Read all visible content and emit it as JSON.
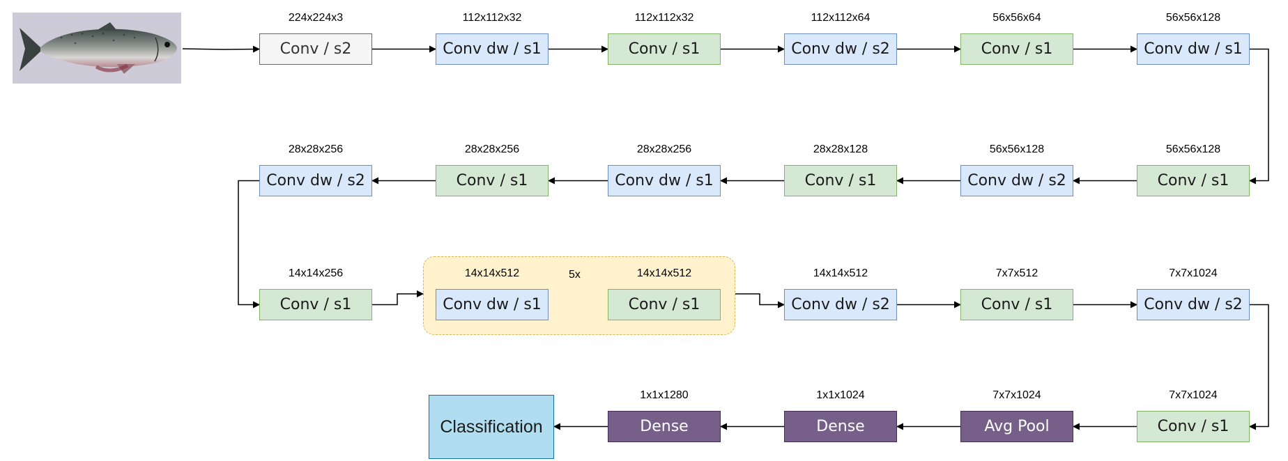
{
  "input": {
    "label": "input-image"
  },
  "group": {
    "repeat_label": "5x"
  },
  "nodes": [
    {
      "label": "Conv / s2",
      "dim": "224x224x3",
      "kind": "first"
    },
    {
      "label": "Conv dw / s1",
      "dim": "112x112x32",
      "kind": "convdw"
    },
    {
      "label": "Conv / s1",
      "dim": "112x112x32",
      "kind": "conv"
    },
    {
      "label": "Conv dw / s2",
      "dim": "112x112x64",
      "kind": "convdw"
    },
    {
      "label": "Conv / s1",
      "dim": "56x56x64",
      "kind": "conv"
    },
    {
      "label": "Conv dw / s1",
      "dim": "56x56x128",
      "kind": "convdw"
    },
    {
      "label": "Conv / s1",
      "dim": "56x56x128",
      "kind": "conv"
    },
    {
      "label": "Conv dw / s2",
      "dim": "56x56x128",
      "kind": "convdw"
    },
    {
      "label": "Conv / s1",
      "dim": "28x28x128",
      "kind": "conv"
    },
    {
      "label": "Conv dw / s1",
      "dim": "28x28x256",
      "kind": "convdw"
    },
    {
      "label": "Conv / s1",
      "dim": "28x28x256",
      "kind": "conv"
    },
    {
      "label": "Conv dw / s2",
      "dim": "28x28x256",
      "kind": "convdw"
    },
    {
      "label": "Conv / s1",
      "dim": "14x14x256",
      "kind": "conv"
    },
    {
      "label": "Conv dw / s1",
      "dim": "14x14x512",
      "kind": "convdw"
    },
    {
      "label": "Conv / s1",
      "dim": "14x14x512",
      "kind": "conv"
    },
    {
      "label": "Conv dw / s2",
      "dim": "14x14x512",
      "kind": "convdw"
    },
    {
      "label": "Conv / s1",
      "dim": "7x7x512",
      "kind": "conv"
    },
    {
      "label": "Conv dw / s2",
      "dim": "7x7x1024",
      "kind": "convdw"
    },
    {
      "label": "Conv / s1",
      "dim": "7x7x1024",
      "kind": "conv"
    },
    {
      "label": "Avg Pool",
      "dim": "7x7x1024",
      "kind": "dense"
    },
    {
      "label": "Dense",
      "dim": "1x1x1024",
      "kind": "dense"
    },
    {
      "label": "Dense",
      "dim": "1x1x1280",
      "kind": "dense"
    },
    {
      "label": "Classification",
      "dim": "",
      "kind": "cls"
    }
  ],
  "colors": {
    "conv_fill": "#d5e8d4",
    "conv_stroke": "#82b366",
    "convdw_fill": "#dae8fc",
    "convdw_stroke": "#6c8ebf",
    "dense_fill": "#76608a",
    "cls_fill": "#b1ddf0",
    "group_fill": "#fff2cc",
    "group_stroke": "#d6b656"
  }
}
